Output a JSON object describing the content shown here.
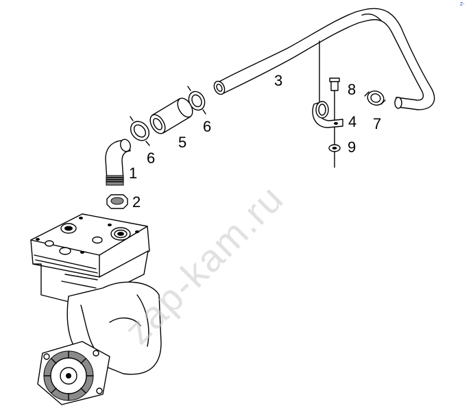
{
  "diagram": {
    "callouts": [
      "1",
      "2",
      "3",
      "4",
      "5",
      "6",
      "6",
      "7",
      "8",
      "9"
    ],
    "watermark": "zap-kam.ru",
    "corner_mark": "Z-"
  }
}
